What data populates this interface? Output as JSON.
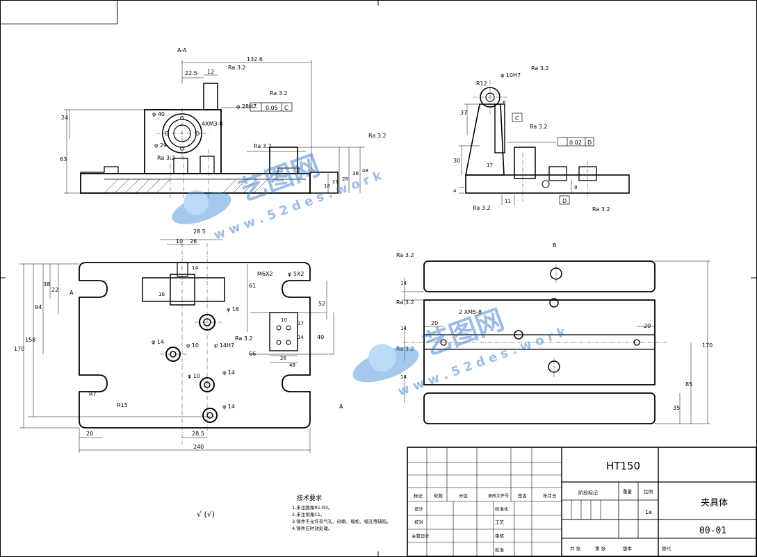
{
  "section_label": "A-A",
  "view_b_label": "B",
  "dims_section": {
    "d132_6": "132.6",
    "d22_5": "22.5",
    "d12": "12",
    "ra_top": "Ra  3.2",
    "ra_mid": "Ra  3.2",
    "ra_right": "Ra  3.2",
    "ra_center": "Ra  3.2",
    "ra_left": "Ra  3.2",
    "phi28": "φ 28H7",
    "tol_value": "0.05",
    "tol_datum": "C",
    "phi40": "φ 40",
    "m3": "4XM3-8",
    "phi29": "φ 29",
    "d24": "24",
    "d63": "63",
    "d18": "18",
    "d21": "21",
    "d28": "28",
    "d38": "38",
    "d48": "48"
  },
  "dims_side": {
    "r12": "R12",
    "phi10": "φ 10H7",
    "ra1": "Ra  3.2",
    "ra2": "Ra  3.2",
    "ra3": "Ra  3.2",
    "ra4": "Ra  3.2",
    "d37": "37",
    "d6": "6",
    "d30": "30",
    "d17": "17",
    "d4": "4",
    "d11": "11",
    "d8": "8",
    "datum_c": "C",
    "datum_d": "D",
    "tol_value": "0.02",
    "tol_datum": "D"
  },
  "dims_plan": {
    "d28_5_top": "28.5",
    "d10": "10",
    "d26": "26",
    "d14": "14",
    "d16": "16",
    "d38": "38",
    "d22": "22",
    "d94": "94",
    "d158": "158",
    "d170": "170",
    "d61": "61",
    "m6": "M6X2",
    "phi5": "φ 5X2",
    "d52": "52",
    "phi18": "φ 18",
    "d10b": "10",
    "d17": "17",
    "d14b": "14",
    "d40": "40",
    "phi14a": "φ 14",
    "phi10a": "φ 10",
    "phi14h7": "φ 14H7",
    "ra": "Ra  3.2",
    "d66": "66",
    "d26b": "26",
    "d48": "48",
    "phi10b": "φ 10",
    "phi14b": "φ 14",
    "phi14c": "φ 14",
    "r7": "R7",
    "r15": "R15",
    "d20": "20",
    "d28_5": "28.5",
    "d240": "240",
    "arrow_a": "A",
    "arrow_a2": "A"
  },
  "dims_viewb": {
    "ra1": "Ra  3.2",
    "ra2": "Ra  3.2",
    "ra3": "Ra  3.2",
    "d14a": "14",
    "d14b": "14",
    "d14c": "14",
    "d20a": "20",
    "d20b": "20",
    "holes": "2 XM5-8",
    "d170": "170",
    "d85": "85",
    "d35": "35"
  },
  "roughness_symbol": "√ (√)",
  "tech": {
    "title": "技术要求",
    "lines": [
      "1.未注圆角R1-R3。",
      "2.未注倒角C1。",
      "3.铸件不允许有气孔、砂眼、缩松、缩孔等缺陷。",
      "4.铸件应时效处理。"
    ]
  },
  "title_block": {
    "material": "HT150",
    "part_name": "夹具体",
    "drawing_no": "00-01",
    "scale_value": "1e",
    "h_biaoji": "标记",
    "h_chushu": "处数",
    "h_fenqu": "分区",
    "h_wenjian": "更改文件号",
    "h_qianming": "签名",
    "h_riqi": "年月日",
    "r_sheji": "设计",
    "r_biaozhunhua": "标准化",
    "r_jiaodui": "校对",
    "r_gongyi": "工艺",
    "r_zhuguan": "主管设计",
    "r_shenhe": "审核",
    "r_pizhun": "批准",
    "stage_label": "阶段标记",
    "weight_label": "重量",
    "scale_label": "比例",
    "sheets_total": "共  张",
    "sheets_no": "第  张",
    "version": "版本",
    "replace": "替代"
  },
  "watermark": {
    "brand": "艺图网",
    "url": "w w w . 5 2 d e s . w o r k"
  }
}
